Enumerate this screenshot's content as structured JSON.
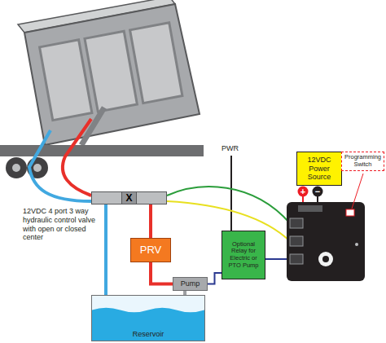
{
  "diagram": {
    "nodes": [
      {
        "text": [
          "12VDC Power Source"
        ]
      },
      {
        "text": [
          "Programming Switch"
        ]
      },
      {
        "text": [
          "X"
        ]
      },
      {
        "text": [
          "Optional Relay for Electric or PTO Pump"
        ]
      },
      {
        "text": [
          "PRV"
        ]
      },
      {
        "text": [
          "Pump"
        ]
      },
      {
        "text": [
          "Reservoir"
        ]
      }
    ],
    "edges": [
      {
        "from": 6,
        "to": 5,
        "arrow": "none"
      },
      {
        "from": 5,
        "to": 4,
        "arrow": "none"
      },
      {
        "from": 4,
        "to": 2,
        "arrow": "none"
      },
      {
        "from": 2,
        "to": 6,
        "arrow": "none"
      },
      {
        "from": 3,
        "to": 5,
        "arrow": "none"
      }
    ],
    "labels": [
      "12VDC 4 port 3 way hydraulic control valve with open or closed center",
      "PWR",
      "+",
      "−"
    ]
  }
}
